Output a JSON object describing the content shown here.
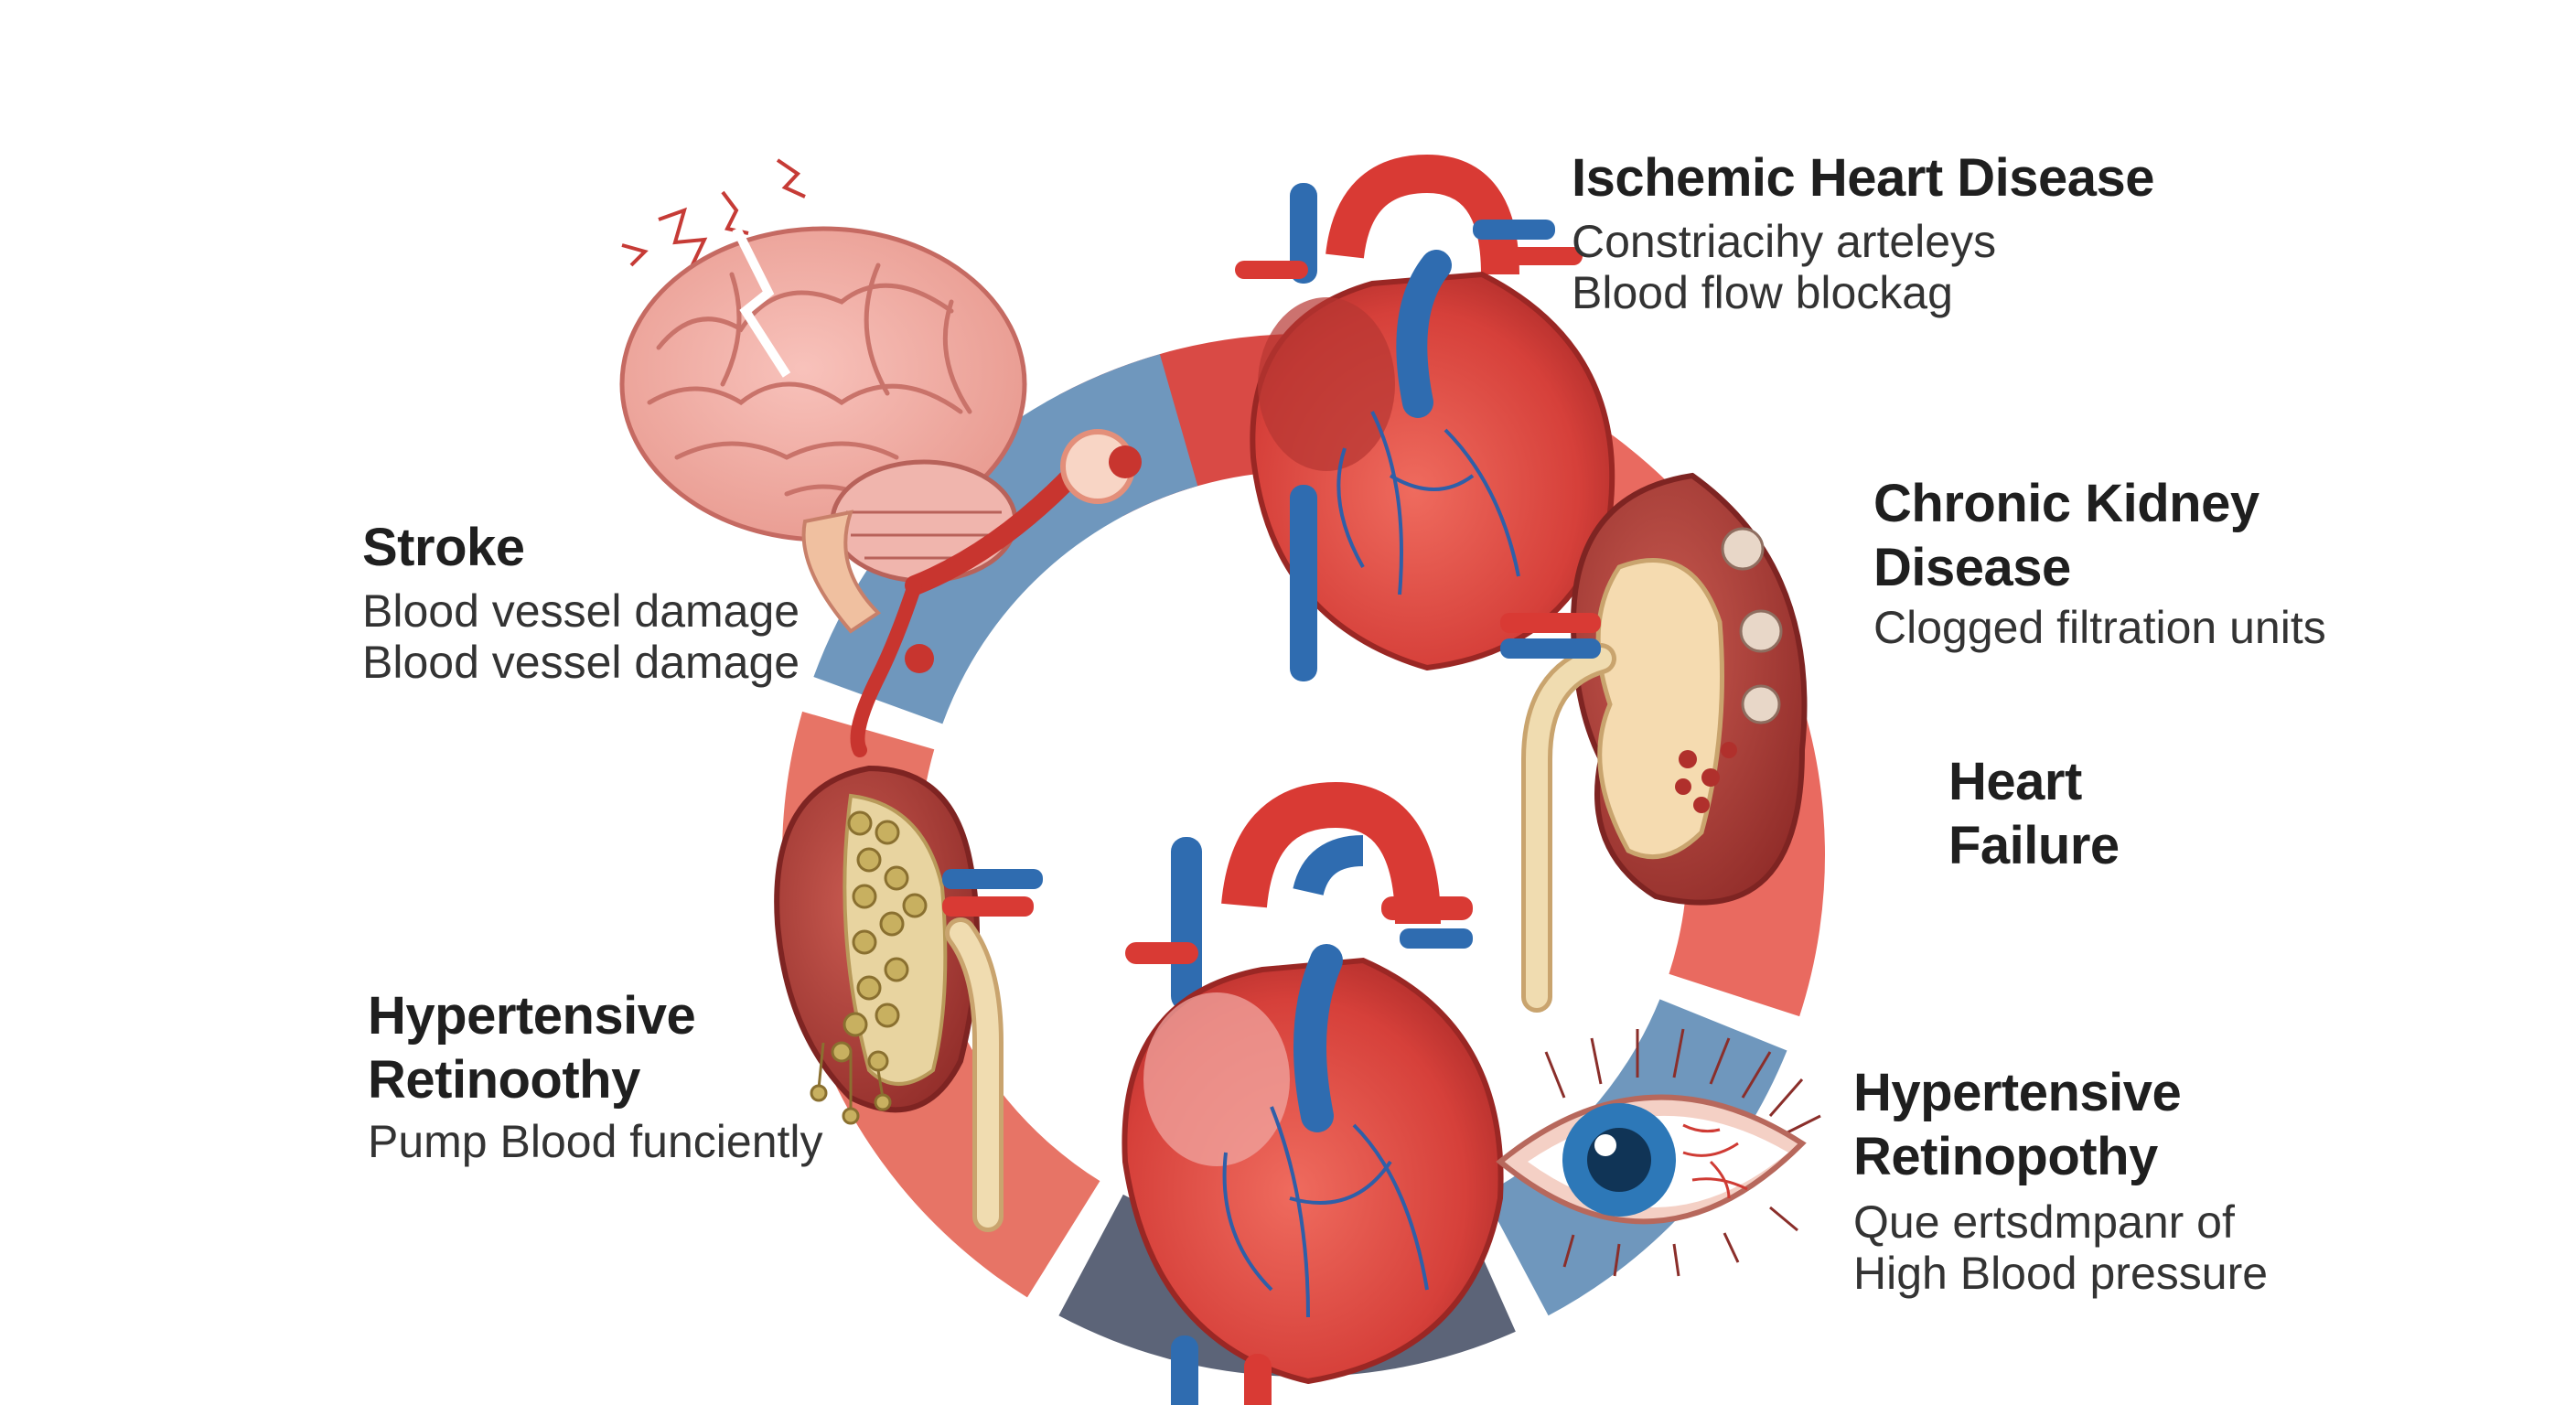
{
  "conditions": [
    {
      "title": [
        "Ischemic Heart Disease"
      ],
      "description": [
        "Constriacihy arteleys",
        "Blood flow blockag"
      ]
    },
    {
      "title": [
        "Chronic Kidney",
        "Disease"
      ],
      "description": [
        "Clogged filtration units"
      ]
    },
    {
      "title": [
        "Heart",
        "Failure"
      ],
      "description": []
    },
    {
      "title": [
        "Hypertensive",
        "Retinopothy"
      ],
      "description": [
        "Que ertsdmpanr of",
        "High Blood pressure"
      ]
    },
    {
      "title": [
        "Hypertensive",
        "Retinoothy"
      ],
      "description": [
        "Pump Blood funciently"
      ]
    },
    {
      "title": [
        "Stroke"
      ],
      "description": [
        "Blood vessel damage",
        "Blood vessel damage"
      ]
    }
  ],
  "ring": {
    "segments": [
      {
        "name": "top-red",
        "color": "#d94a45"
      },
      {
        "name": "right-red",
        "color": "#e96a60"
      },
      {
        "name": "right-blue",
        "color": "#6f97bd"
      },
      {
        "name": "bottom-slate",
        "color": "#5c6478"
      },
      {
        "name": "left-red",
        "color": "#e77466"
      },
      {
        "name": "left-blue",
        "color": "#6f97bd"
      }
    ]
  },
  "icons": [
    "brain-icon",
    "heart-icon",
    "kidney-icon",
    "eye-icon"
  ],
  "colors": {
    "artery": "#d93a34",
    "vein": "#2f6cb0",
    "heart": "#d8403a",
    "brain": "#f2a9a2",
    "kidney": "#b8403a"
  }
}
